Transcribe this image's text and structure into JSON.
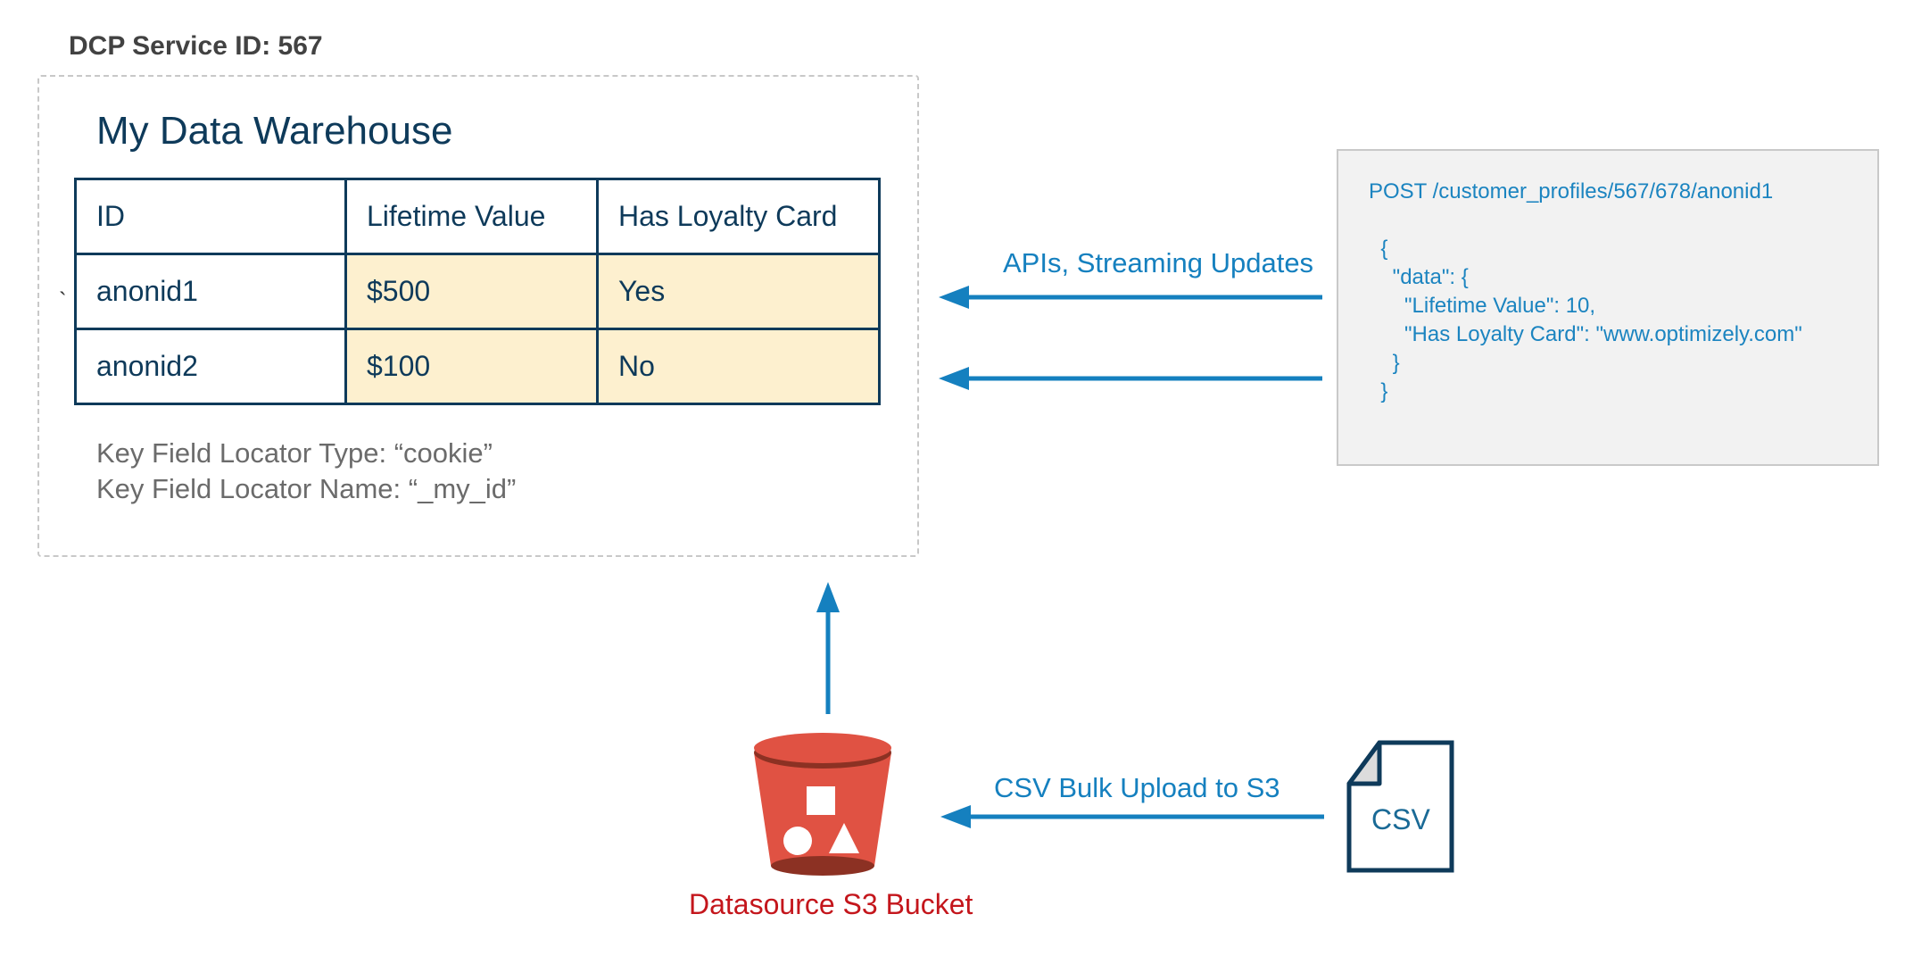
{
  "service_title": "DCP Service ID: 567",
  "warehouse": {
    "title": "My Data Warehouse",
    "headers": [
      "ID",
      "Lifetime Value",
      "Has Loyalty Card"
    ],
    "rows": [
      [
        "anonid1",
        "$500",
        "Yes"
      ],
      [
        "anonid2",
        "$100",
        "No"
      ]
    ],
    "row_marker": "`",
    "locator_type": "Key Field Locator Type: “cookie”",
    "locator_name": "Key Field Locator Name: “_my_id”"
  },
  "api": {
    "label": "APIs, Streaming Updates",
    "code": "POST /customer_profiles/567/678/anonid1\n\n  {\n    \"data\": {\n      \"Lifetime Value\": 10,\n      \"Has Loyalty Card\": \"www.optimizely.com\"\n    }\n  }"
  },
  "s3": {
    "bucket_label": "Datasource S3 Bucket",
    "upload_label": "CSV Bulk Upload to S3",
    "file_label": "CSV"
  },
  "colors": {
    "arrow": "#1580bf",
    "table_border": "#0e3a5a",
    "table_shade": "#fdf0cf",
    "bucket_red": "#e05243",
    "bucket_label": "#c4161c"
  },
  "icons": {
    "bucket": "s3-bucket-icon",
    "file": "csv-file-icon"
  }
}
